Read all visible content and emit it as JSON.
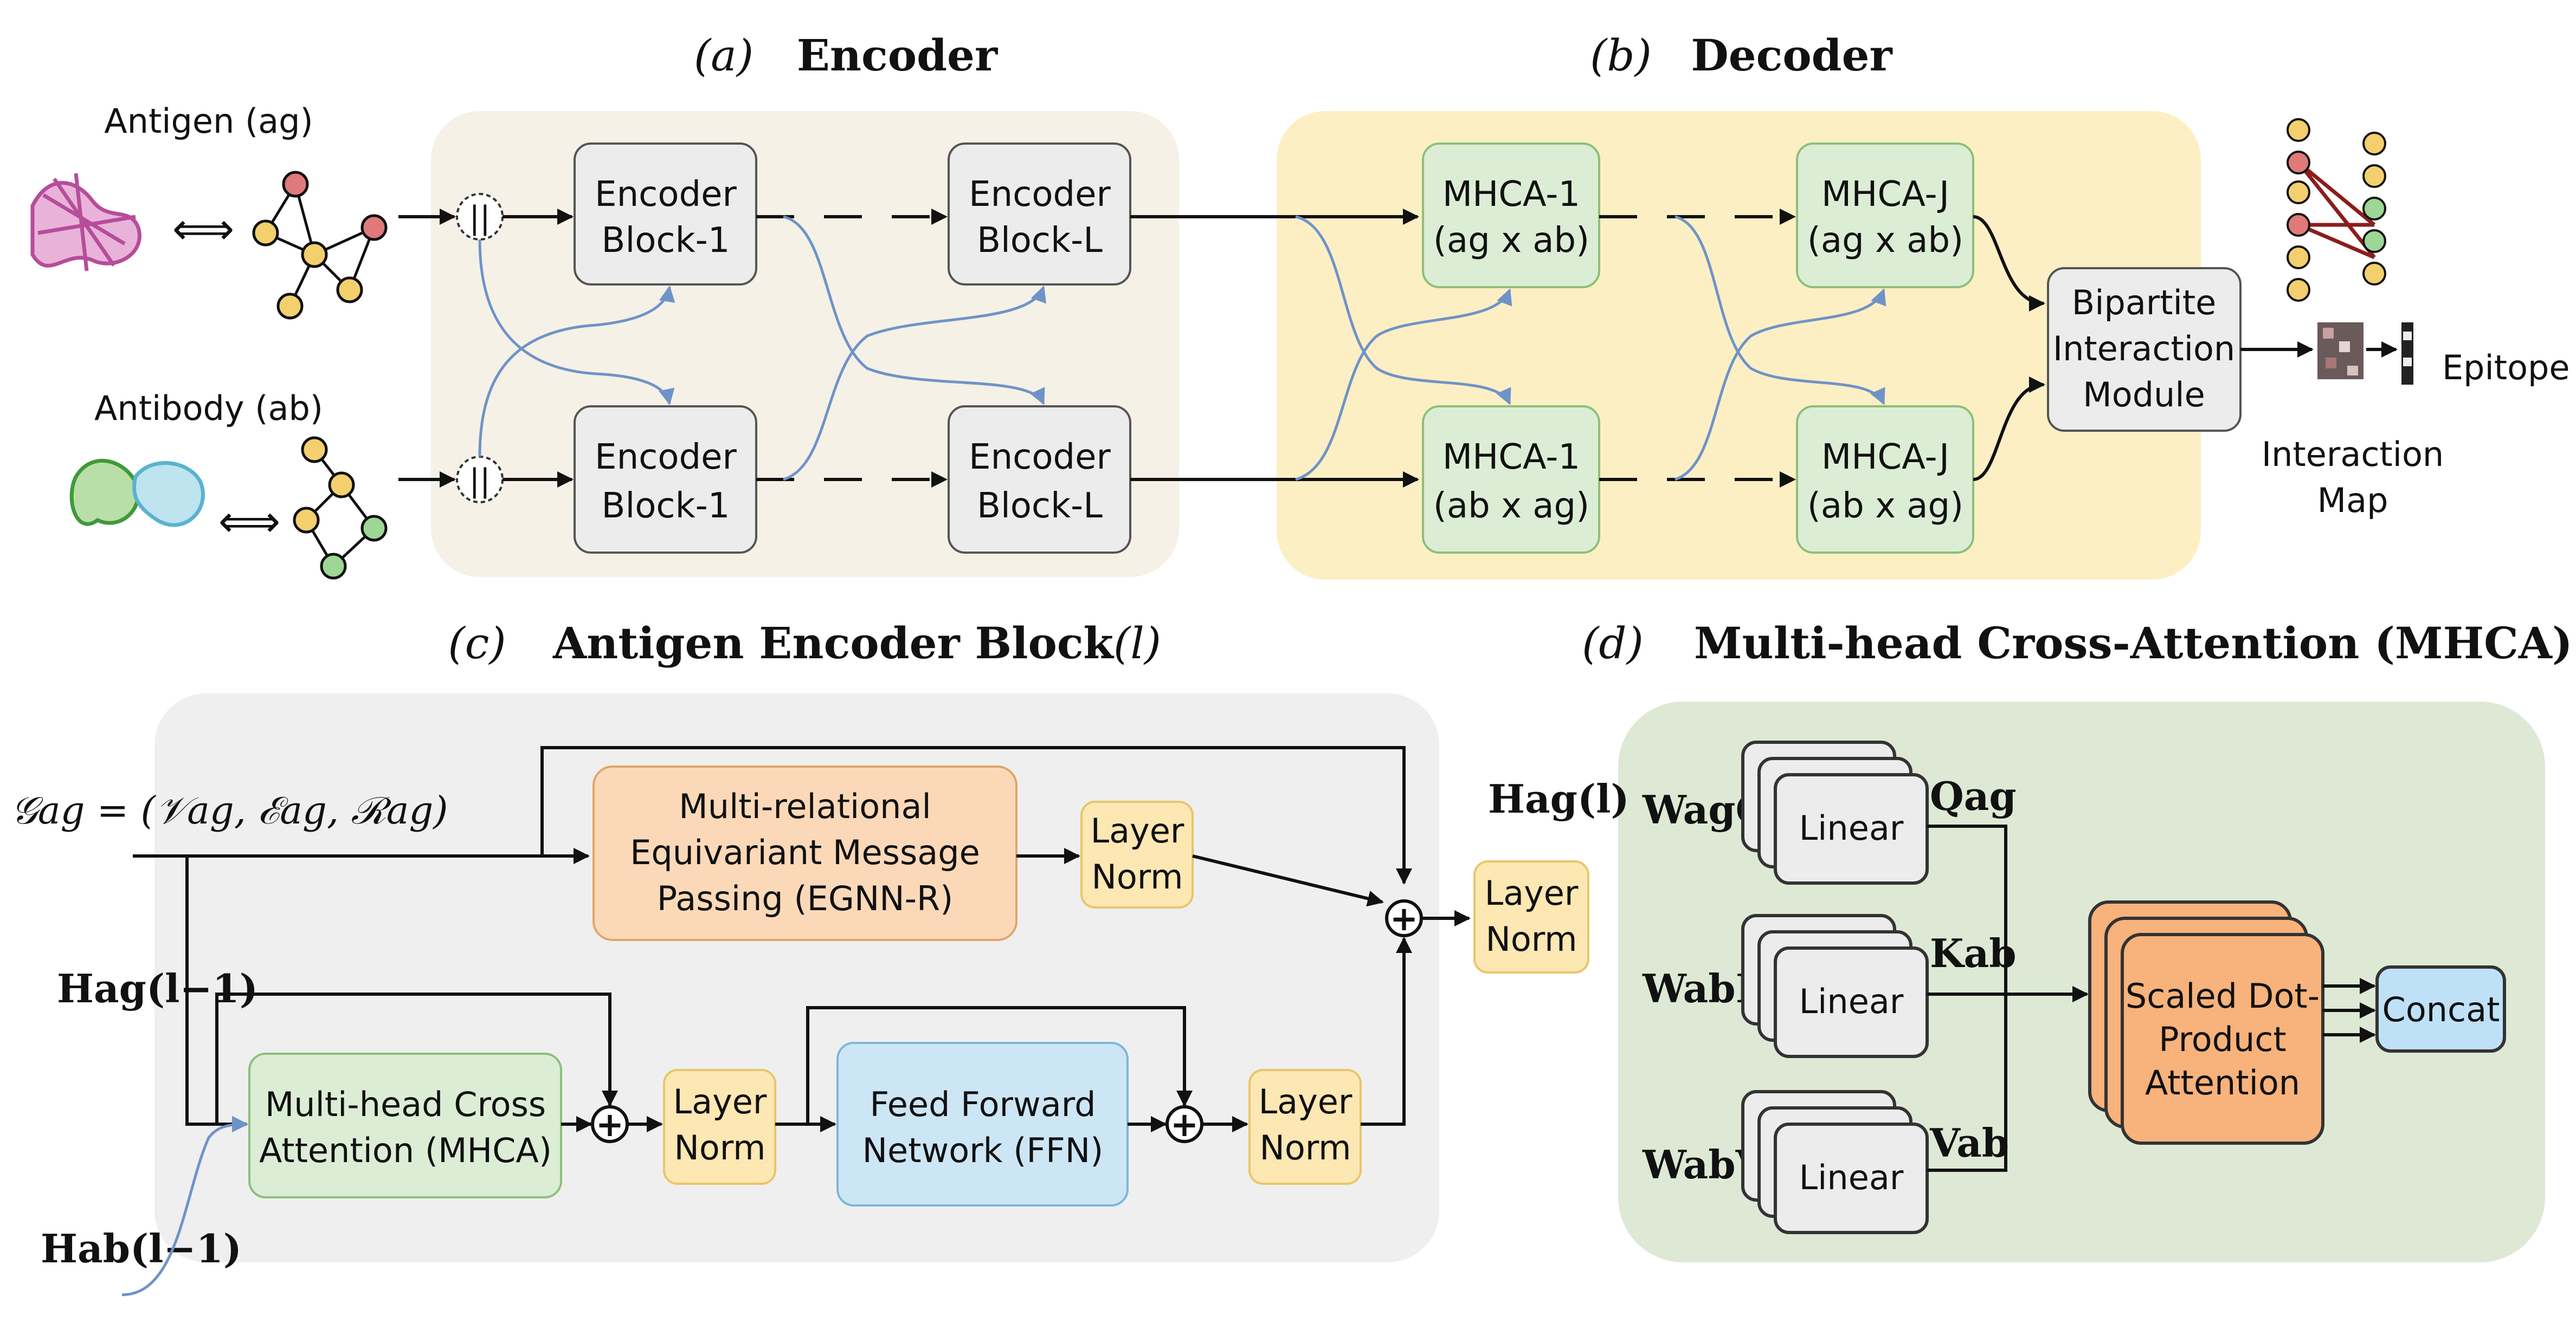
{
  "panels": {
    "a": {
      "letter": "(a)",
      "title": "Encoder"
    },
    "b": {
      "letter": "(b)",
      "title": "Decoder"
    },
    "c": {
      "letter": "(c)",
      "title": "Antigen Encoder Block",
      "title_suffix": "(l)"
    },
    "d": {
      "letter": "(d)",
      "title": "Multi-head Cross-Attention (MHCA)"
    }
  },
  "inputs": {
    "antigen_label": "Antigen (ag)",
    "antibody_label": "Antibody (ab)",
    "concat_symbol": "||",
    "arrow_symbol": "⟺"
  },
  "encoder": {
    "block_1_line1": "Encoder",
    "block_1_line2": "Block-1",
    "block_l_line1": "Encoder",
    "block_l_line2": "Block-L"
  },
  "decoder": {
    "mhca_1_top_line1": "MHCA-1",
    "mhca_1_top_line2": "(ag x ab)",
    "mhca_j_top_line1": "MHCA-J",
    "mhca_j_top_line2": "(ag x ab)",
    "mhca_1_bot_line1": "MHCA-1",
    "mhca_1_bot_line2": "(ab x ag)",
    "mhca_j_bot_line1": "MHCA-J",
    "mhca_j_bot_line2": "(ab x ag)",
    "bipartite_line1": "Bipartite",
    "bipartite_line2": "Interaction",
    "bipartite_line3": "Module"
  },
  "outputs": {
    "interaction_map_line1": "Interaction",
    "interaction_map_line2": "Map",
    "epitope": "Epitope"
  },
  "block_c": {
    "graph_input": "𝒢ag = (𝒱ag, ℰag, ℛag)",
    "h_ag_prev": "Hag(l−1)",
    "h_ab_prev": "Hab(l−1)",
    "h_ag_out": "Hag(l)",
    "egnn_line1": "Multi-relational",
    "egnn_line2": "Equivariant Message",
    "egnn_line3": "Passing (EGNN-R)",
    "layer_norm_line1": "Layer",
    "layer_norm_line2": "Norm",
    "mhca_line1": "Multi-head Cross",
    "mhca_line2": "Attention (MHCA)",
    "ffn_line1": "Feed Forward",
    "ffn_line2": "Network (FFN)",
    "plus": "+"
  },
  "block_d": {
    "w_q": "WagQ",
    "w_k": "WabK",
    "w_v": "WabV",
    "linear": "Linear",
    "q": "Qag",
    "k": "Kab",
    "v": "Vab",
    "sdpa_line1": "Scaled Dot-",
    "sdpa_line2": "Product",
    "sdpa_line3": "Attention",
    "concat": "Concat"
  },
  "colors": {
    "encoder_panel": "#f5f1e6",
    "decoder_panel": "#fdefc4",
    "block_c_panel": "#efefef",
    "block_d_panel": "#dde9d4",
    "gray_box": "#ececec",
    "green_box": "#dcedd5",
    "yellow_box": "#fde7b3",
    "orange_box": "#fbd9b8",
    "blue_box": "#cde6f5",
    "sdpa_box": "#f8b27b",
    "concat_box": "#bfe1f7",
    "arrow_blue": "#6f93c8",
    "node_red": "#e07a7a",
    "node_yellow": "#f3cf6e",
    "node_green": "#9ed695"
  }
}
